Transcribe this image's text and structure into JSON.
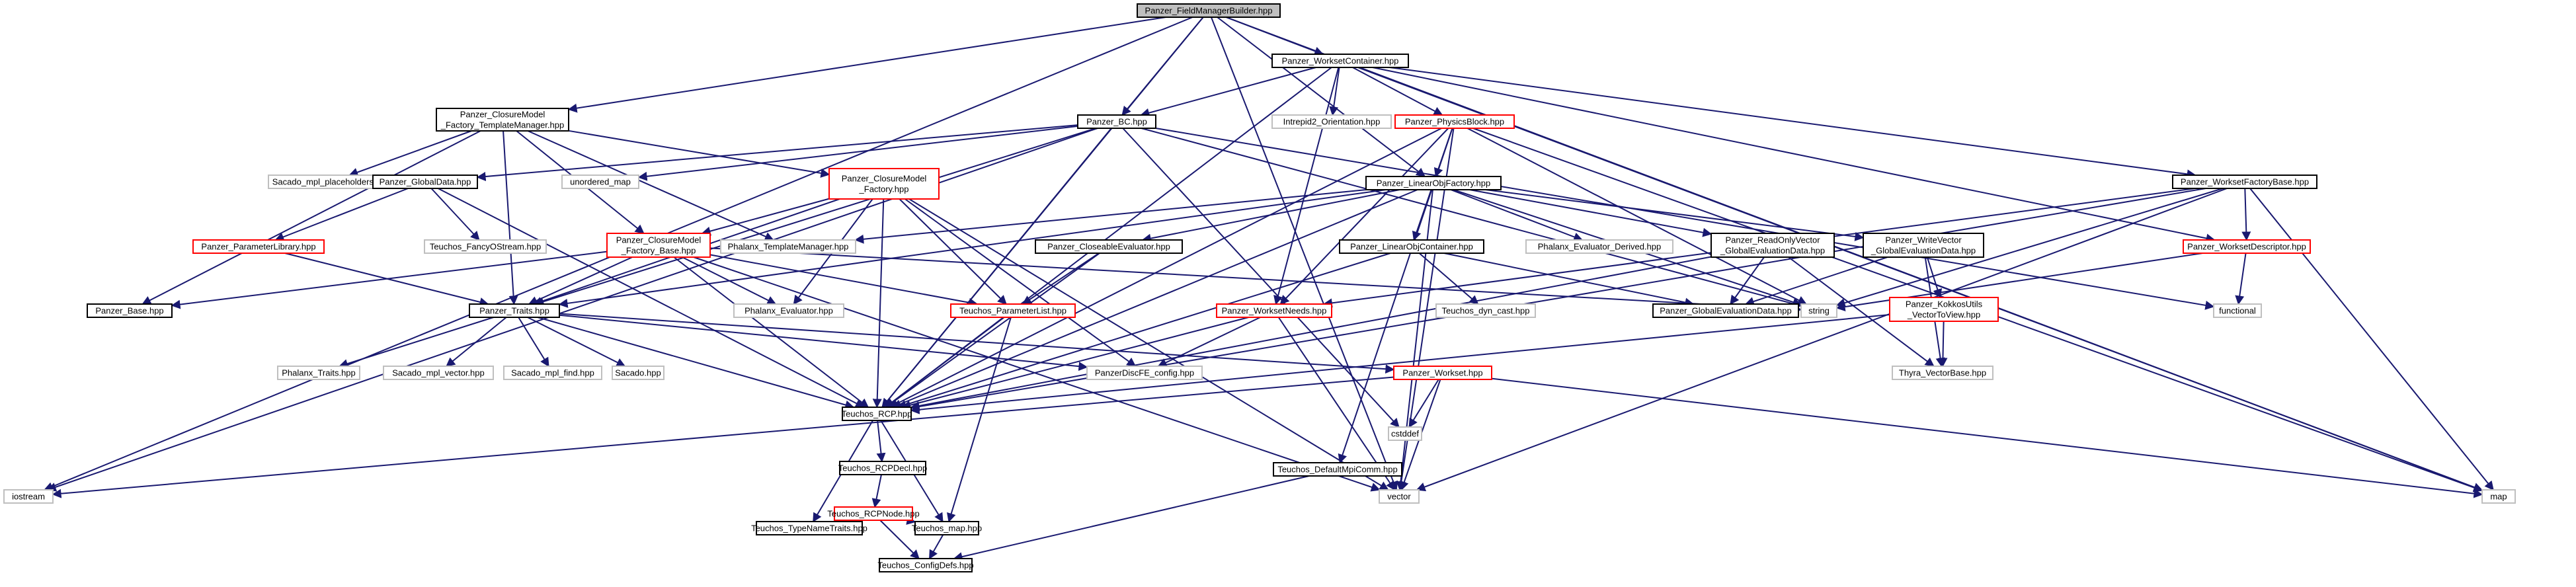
{
  "colors": {
    "edge": "#191970",
    "node_border_black": "#000000",
    "node_border_red": "#ff0000",
    "node_border_gray": "#bfbfbf",
    "root_fill": "#bfbfbf",
    "text": "#000000"
  },
  "nodes": [
    {
      "id": "n_root",
      "label": "Panzer_FieldManagerBuilder.hpp",
      "style": "root"
    },
    {
      "id": "n_iostream",
      "label": "iostream",
      "style": "gray"
    },
    {
      "id": "n_teuchos_rcp",
      "label": "Teuchos_RCP.hpp",
      "style": "black"
    },
    {
      "id": "n_cmf_template",
      "label": [
        "Panzer_ClosureModel",
        "_Factory_TemplateManager.hpp"
      ],
      "style": "black"
    },
    {
      "id": "n_workset_container",
      "label": "Panzer_WorksetContainer.hpp",
      "style": "black"
    },
    {
      "id": "n_bc",
      "label": "Panzer_BC.hpp",
      "style": "black"
    },
    {
      "id": "n_linear_obj_factory",
      "label": "Panzer_LinearObjFactory.hpp",
      "style": "black"
    },
    {
      "id": "n_vector",
      "label": "vector",
      "style": "gray"
    },
    {
      "id": "n_map",
      "label": "map",
      "style": "gray"
    },
    {
      "id": "n_intrepid2",
      "label": "Intrepid2_Orientation.hpp",
      "style": "gray"
    },
    {
      "id": "n_physics_block",
      "label": "Panzer_PhysicsBlock.hpp",
      "style": "red"
    },
    {
      "id": "n_sacado_mpl_ph",
      "label": "Sacado_mpl_placeholders.hpp",
      "style": "gray"
    },
    {
      "id": "n_unordered_map",
      "label": "unordered_map",
      "style": "gray"
    },
    {
      "id": "n_global_data",
      "label": "Panzer_GlobalData.hpp",
      "style": "black"
    },
    {
      "id": "n_cm_factory",
      "label": [
        "Panzer_ClosureModel",
        "_Factory.hpp"
      ],
      "style": "red"
    },
    {
      "id": "n_workset_factory_base",
      "label": "Panzer_WorksetFactoryBase.hpp",
      "style": "black"
    },
    {
      "id": "n_param_library",
      "label": "Panzer_ParameterLibrary.hpp",
      "style": "red"
    },
    {
      "id": "n_fancy_ostream",
      "label": "Teuchos_FancyOStream.hpp",
      "style": "gray"
    },
    {
      "id": "n_phalanx_tm",
      "label": "Phalanx_TemplateManager.hpp",
      "style": "gray"
    },
    {
      "id": "n_cm_factory_base",
      "label": [
        "Panzer_ClosureModel",
        "_Factory_Base.hpp"
      ],
      "style": "red"
    },
    {
      "id": "n_closeable_eval",
      "label": "Panzer_CloseableEvaluator.hpp",
      "style": "black"
    },
    {
      "id": "n_phalanx_eval_deriv",
      "label": "Phalanx_Evaluator_Derived.hpp",
      "style": "gray"
    },
    {
      "id": "n_readonly_vec",
      "label": [
        "Panzer_ReadOnlyVector",
        "_GlobalEvaluationData.hpp"
      ],
      "style": "black"
    },
    {
      "id": "n_writevec",
      "label": [
        "Panzer_WriteVector",
        "_GlobalEvaluationData.hpp"
      ],
      "style": "black"
    },
    {
      "id": "n_workset_descriptor",
      "label": "Panzer_WorksetDescriptor.hpp",
      "style": "red"
    },
    {
      "id": "n_linear_obj_container",
      "label": "Panzer_LinearObjContainer.hpp",
      "style": "black"
    },
    {
      "id": "n_string",
      "label": "string",
      "style": "gray"
    },
    {
      "id": "n_functional",
      "label": "functional",
      "style": "gray"
    },
    {
      "id": "n_panzer_base",
      "label": "Panzer_Base.hpp",
      "style": "black"
    },
    {
      "id": "n_panzer_traits",
      "label": "Panzer_Traits.hpp",
      "style": "black"
    },
    {
      "id": "n_phalanx_evaluator",
      "label": "Phalanx_Evaluator.hpp",
      "style": "gray"
    },
    {
      "id": "n_param_list",
      "label": "Teuchos_ParameterList.hpp",
      "style": "red"
    },
    {
      "id": "n_dyn_cast",
      "label": "Teuchos_dyn_cast.hpp",
      "style": "gray"
    },
    {
      "id": "n_global_eval_data",
      "label": "Panzer_GlobalEvaluationData.hpp",
      "style": "black"
    },
    {
      "id": "n_workset_needs",
      "label": "Panzer_WorksetNeeds.hpp",
      "style": "red"
    },
    {
      "id": "n_kokkos_utils",
      "label": [
        "Panzer_KokkosUtils",
        "_VectorToView.hpp"
      ],
      "style": "red"
    },
    {
      "id": "n_phalanx_traits",
      "label": "Phalanx_Traits.hpp",
      "style": "gray"
    },
    {
      "id": "n_sacado_mpl_vector",
      "label": "Sacado_mpl_vector.hpp",
      "style": "gray"
    },
    {
      "id": "n_sacado_mpl_find",
      "label": "Sacado_mpl_find.hpp",
      "style": "gray"
    },
    {
      "id": "n_sacado",
      "label": "Sacado.hpp",
      "style": "gray"
    },
    {
      "id": "n_disc_fe_config",
      "label": "PanzerDiscFE_config.hpp",
      "style": "gray"
    },
    {
      "id": "n_panzer_workset",
      "label": "Panzer_Workset.hpp",
      "style": "red"
    },
    {
      "id": "n_thyra_vector_base",
      "label": "Thyra_VectorBase.hpp",
      "style": "gray"
    },
    {
      "id": "n_cstddef",
      "label": "cstddef",
      "style": "gray"
    },
    {
      "id": "n_rcp_decl",
      "label": "Teuchos_RCPDecl.hpp",
      "style": "black"
    },
    {
      "id": "n_rcp_node",
      "label": "Teuchos_RCPNode.hpp",
      "style": "red"
    },
    {
      "id": "n_default_mpi_comm",
      "label": "Teuchos_DefaultMpiComm.hpp",
      "style": "black"
    },
    {
      "id": "n_type_name_traits",
      "label": "Teuchos_TypeNameTraits.hpp",
      "style": "black"
    },
    {
      "id": "n_teuchos_map",
      "label": "Teuchos_map.hpp",
      "style": "black"
    },
    {
      "id": "n_config_defs",
      "label": "Teuchos_ConfigDefs.hpp",
      "style": "black"
    }
  ]
}
